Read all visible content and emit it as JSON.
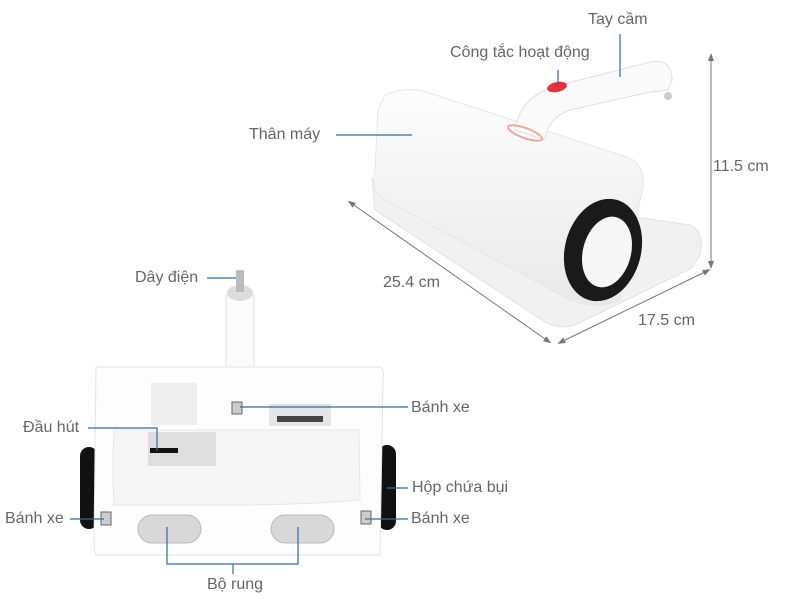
{
  "colors": {
    "leader_line": "#2f6ea3",
    "label_text": "#666666",
    "dimension_line": "#777777",
    "switch": "#e8303a"
  },
  "top_view": {
    "labels": {
      "handle": "Tay cầm",
      "power_switch": "Công tắc hoạt động",
      "body": "Thân máy"
    },
    "dimensions": {
      "height": "11.5 cm",
      "length": "25.4 cm",
      "width": "17.5 cm"
    }
  },
  "bottom_view": {
    "labels": {
      "power_cord": "Dây điện",
      "wheel_top": "Bánh xe",
      "suction_head": "Đầu hút",
      "dust_box": "Hộp chứa bụi",
      "wheel_left": "Bánh xe",
      "wheel_right": "Bánh xe",
      "vibrator": "Bộ rung"
    }
  }
}
